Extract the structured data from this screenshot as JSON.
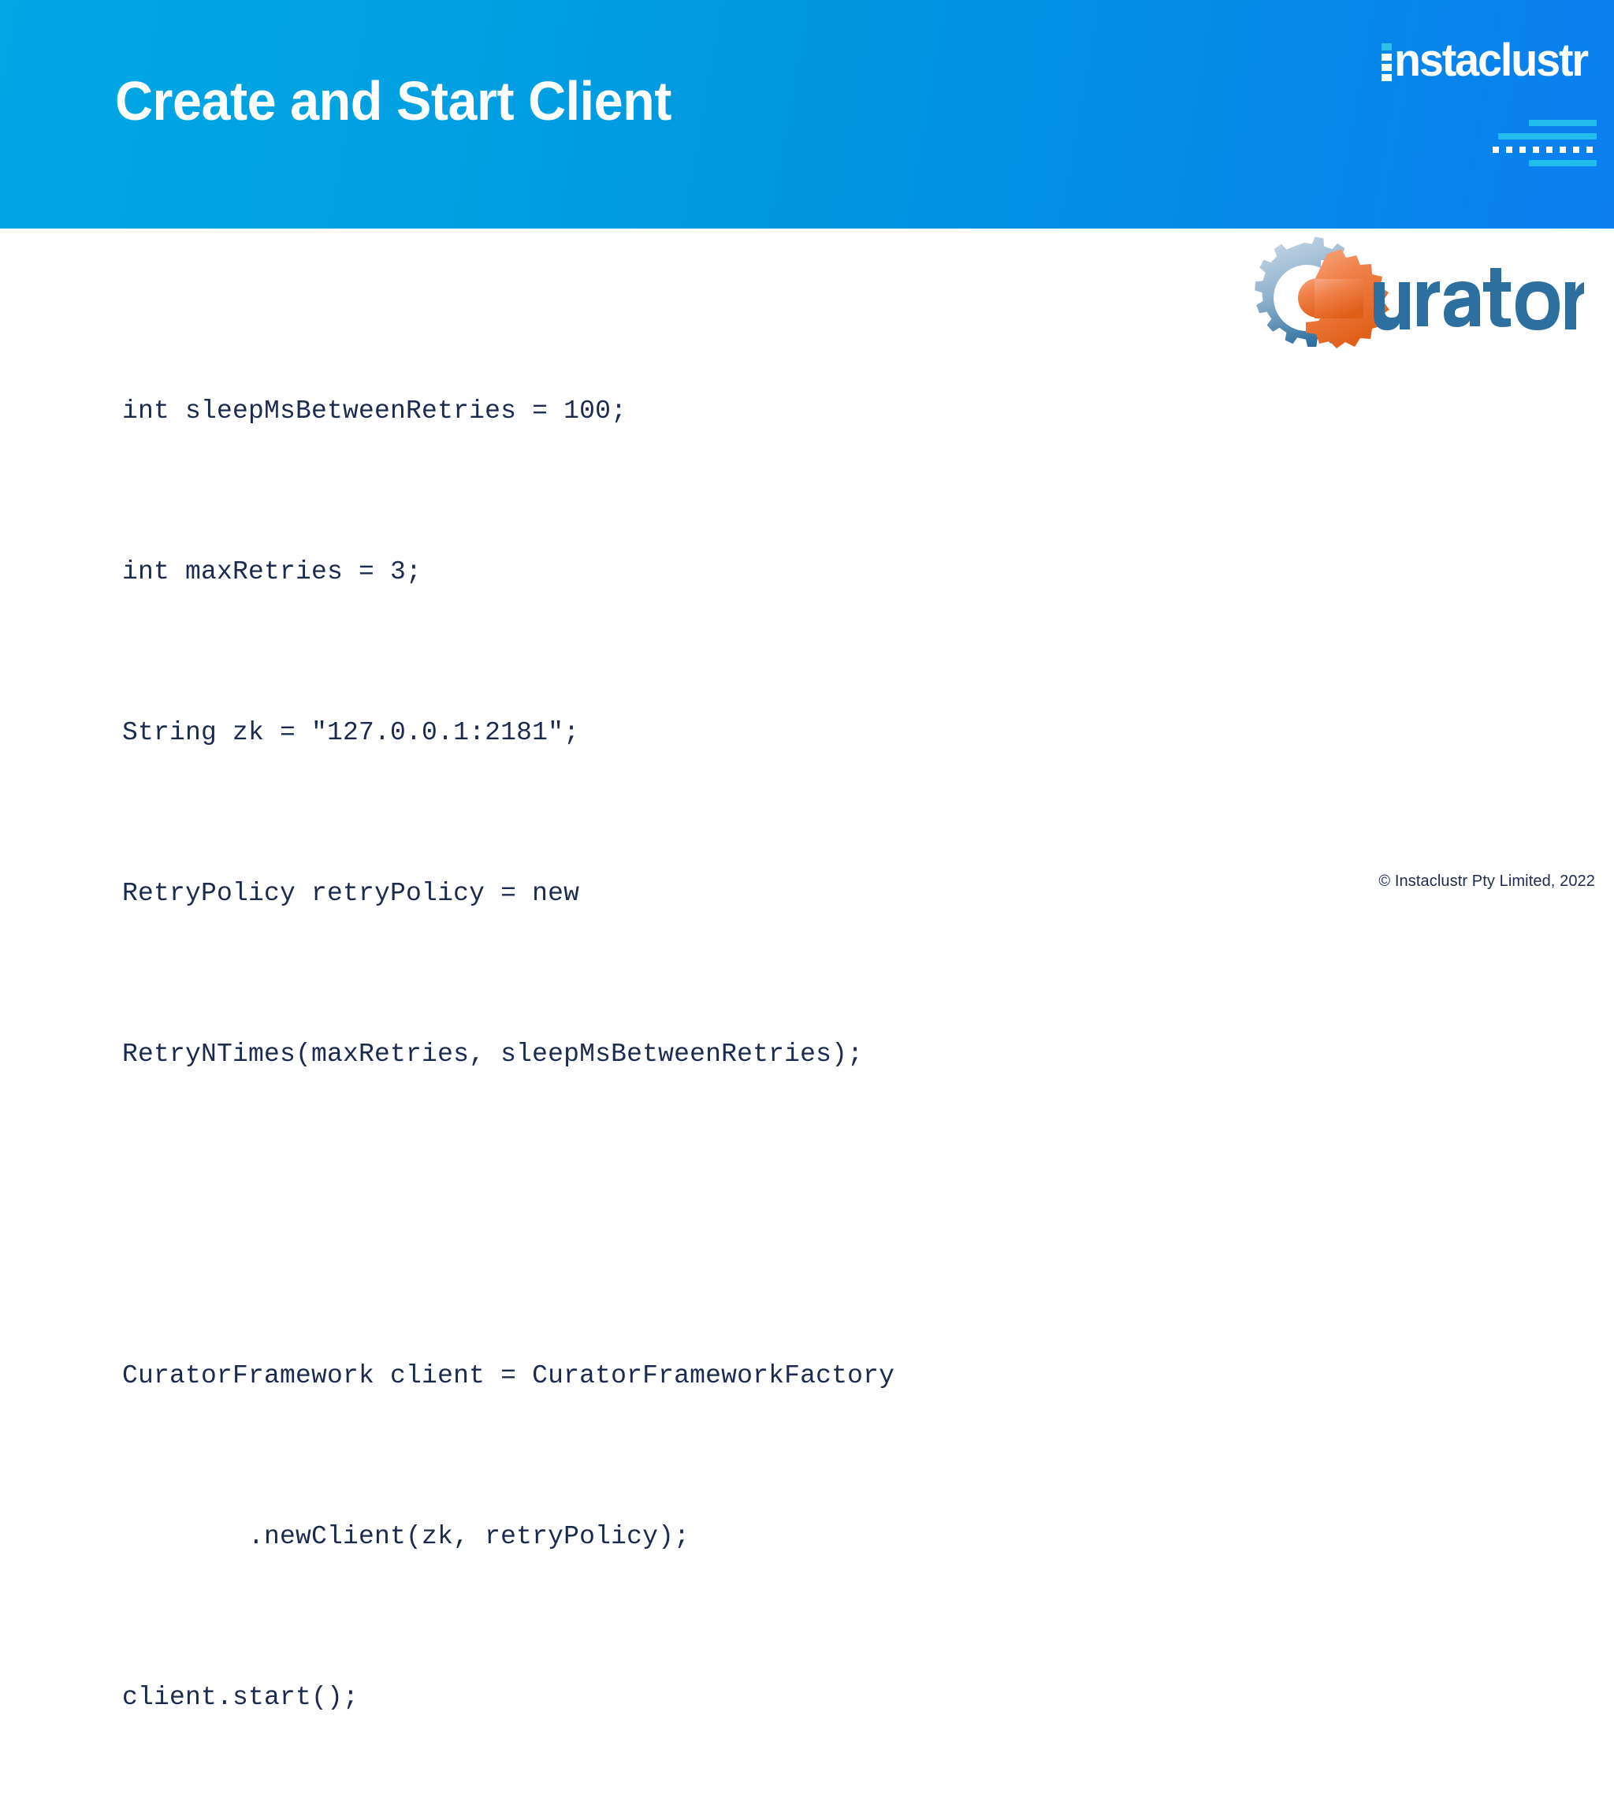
{
  "header": {
    "title": "Create and Start Client",
    "gradient_from": "#00a7e3",
    "gradient_to": "#0b7ff0",
    "brand": {
      "name": "instaclustr",
      "word": "nstaclustr",
      "accent_color": "#2ec0e8",
      "text_color": "#ffffff"
    },
    "decoration": {
      "bar_color": "#22bdec",
      "dot_color": "#ffffff",
      "dot_count": 8
    }
  },
  "main": {
    "code_color": "#1b2b50",
    "code_lines": [
      "int sleepMsBetweenRetries = 100;",
      "int maxRetries = 3;",
      "String zk = \"127.0.0.1:2181\";",
      "RetryPolicy retryPolicy = new",
      "RetryNTimes(maxRetries, sleepMsBetweenRetries);",
      "",
      "CuratorFramework client = CuratorFrameworkFactory",
      "        .newClient(zk, retryPolicy);",
      "client.start();"
    ],
    "curator_logo": {
      "name": "Curator",
      "wordmark": "urator",
      "gear_blue_light": "#b8cfe2",
      "gear_blue_dark": "#2b6fa0",
      "gear_orange_light": "#f5936a",
      "gear_orange_dark": "#ea6a29",
      "text_color": "#2d6f9e"
    }
  },
  "footer": {
    "copyright": "© Instaclustr Pty Limited, 2022"
  }
}
